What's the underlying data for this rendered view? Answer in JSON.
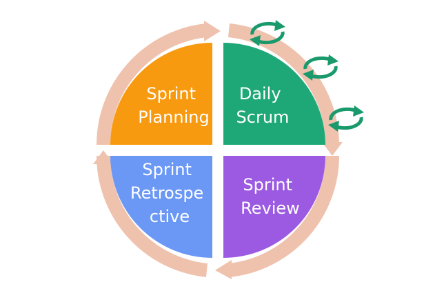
{
  "diagram": {
    "ring_color": "#efc2ae",
    "background": "#ffffff",
    "quadrants": [
      {
        "id": "planning",
        "lines": [
          "Sprint",
          "Planning"
        ],
        "color": "#f89a0f"
      },
      {
        "id": "daily",
        "lines": [
          "Daily",
          "Scrum"
        ],
        "color": "#1fa877"
      },
      {
        "id": "review",
        "lines": [
          "Sprint",
          "Review"
        ],
        "color": "#9b5ae1"
      },
      {
        "id": "retro",
        "lines": [
          "Sprint",
          "Retrospe",
          "ctive"
        ],
        "color": "#6b98f5"
      }
    ],
    "daily_cycle_icon": {
      "icon": "cycle-arrows-icon",
      "count": 3,
      "color": "#1a9a6c"
    }
  }
}
